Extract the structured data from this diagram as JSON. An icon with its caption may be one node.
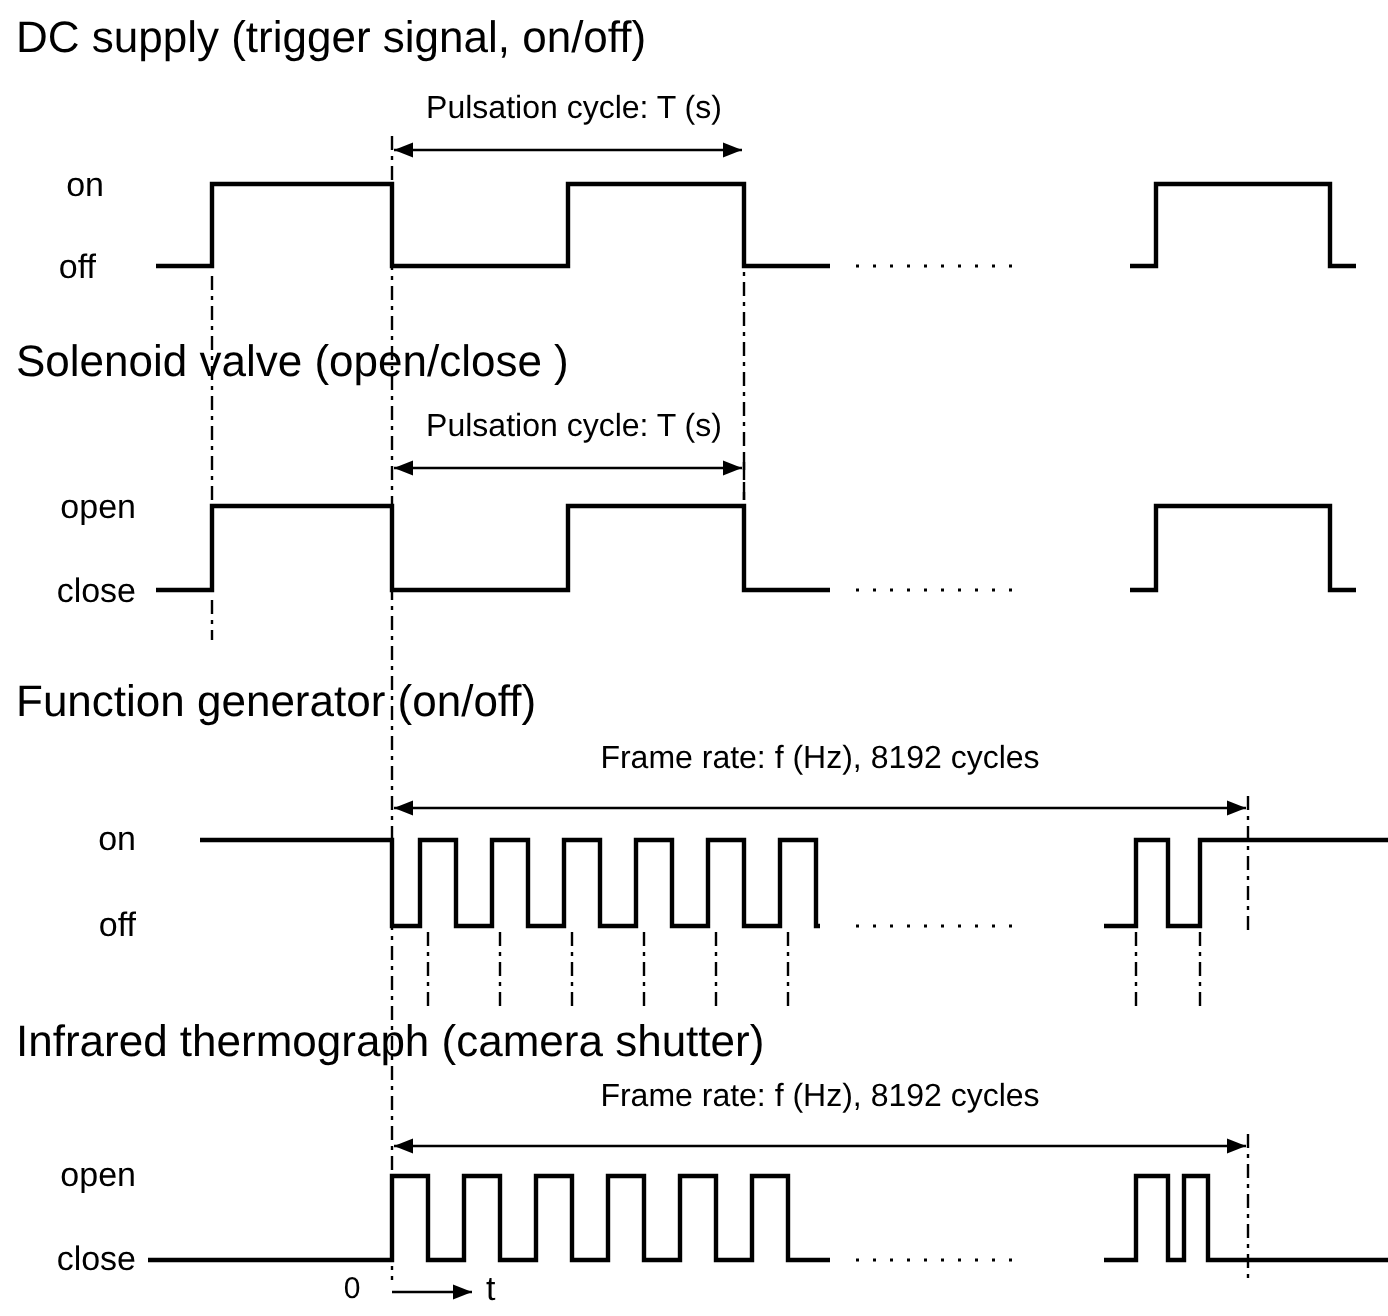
{
  "diagram": {
    "labels": [
      "DC supply (trigger signal, on/off)",
      "Pulsation cycle: T (s)",
      "on",
      "off",
      "Solenoid valve (open/close )",
      "Pulsation cycle: T (s)",
      "open",
      "close",
      "Function generator (on/off)",
      "Frame rate: f (Hz), 8192 cycles",
      "on",
      "off",
      "Infrared thermograph (camera shutter)",
      "Frame rate: f (Hz), 8192 cycles",
      "open",
      "close",
      "0",
      "t"
    ]
  }
}
